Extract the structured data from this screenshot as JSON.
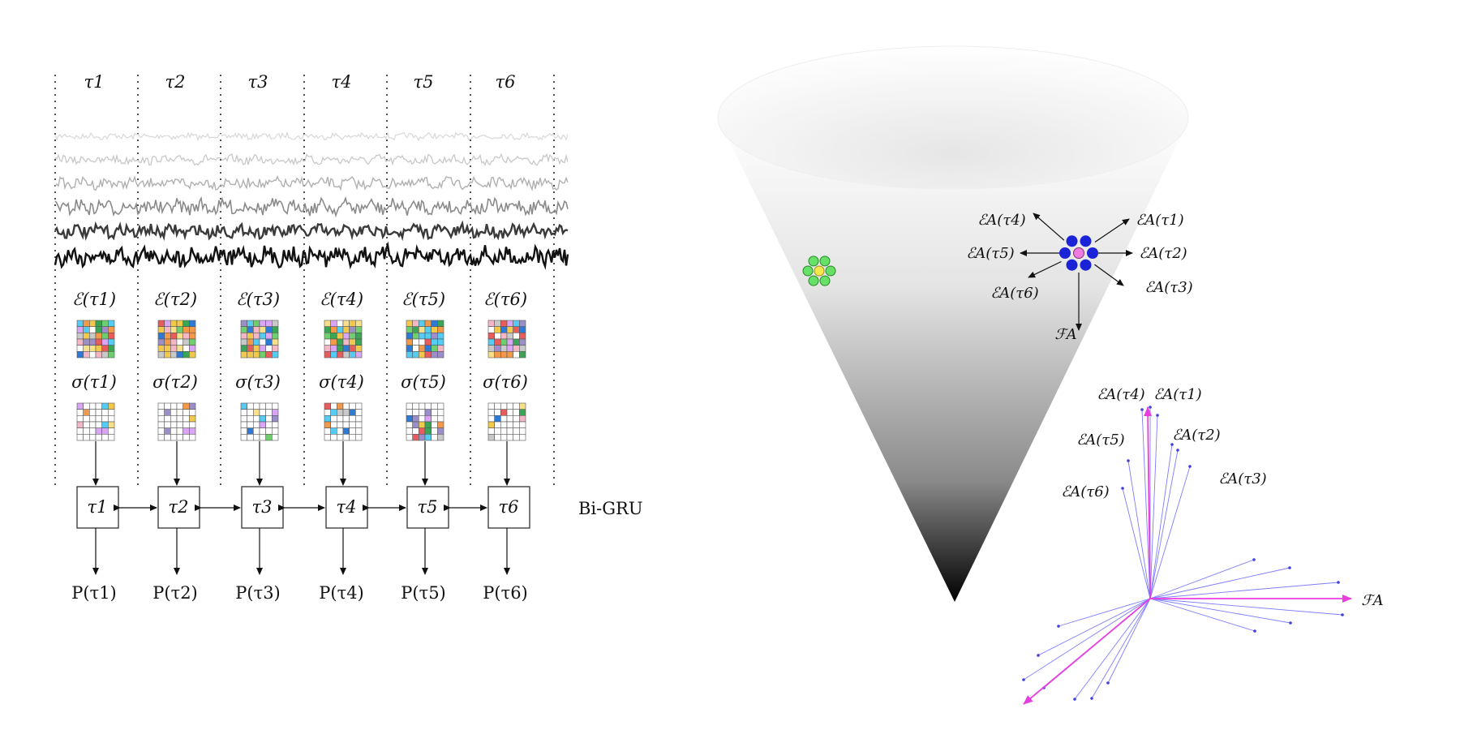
{
  "left_panel": {
    "time_steps": [
      "τ1",
      "τ2",
      "τ3",
      "τ4",
      "τ5",
      "τ6"
    ],
    "embedding_labels": [
      "ℰ(τ1)",
      "ℰ(τ2)",
      "ℰ(τ3)",
      "ℰ(τ4)",
      "ℰ(τ5)",
      "ℰ(τ6)"
    ],
    "sigma_labels": [
      "σ(τ1)",
      "σ(τ2)",
      "σ(τ3)",
      "σ(τ4)",
      "σ(τ5)",
      "σ(τ6)"
    ],
    "gru_cells": [
      "τ1",
      "τ2",
      "τ3",
      "τ4",
      "τ5",
      "τ6"
    ],
    "output_labels": [
      "P(τ1)",
      "P(τ2)",
      "P(τ3)",
      "P(τ4)",
      "P(τ5)",
      "P(τ6)"
    ],
    "model_label": "Bi-GRU",
    "signal_colors": [
      "#d8d8d8",
      "#c8c8c8",
      "#b0b0b0",
      "#8a8a8a",
      "#3a3a3a",
      "#111111"
    ]
  },
  "cone": {
    "arrow_labels": [
      "ℰA(τ4)",
      "ℰA(τ1)",
      "ℰA(τ5)",
      "ℰA(τ2)",
      "ℰA(τ6)",
      "ℰA(τ3)"
    ],
    "center_label": "ℱA",
    "green_cluster_color": "#66e066",
    "green_center_color": "#f5e84a",
    "blue_cluster_color": "#1a24d6",
    "pink_center_color": "#f07ae0"
  },
  "star": {
    "labels": [
      "ℰA(τ4)",
      "ℰA(τ1)",
      "ℰA(τ5)",
      "ℰA(τ2)",
      "ℰA(τ6)",
      "ℰA(τ3)"
    ],
    "center_label": "ℱA",
    "line_color": "#7d7dff",
    "highlight_color": "#e83ee0"
  }
}
